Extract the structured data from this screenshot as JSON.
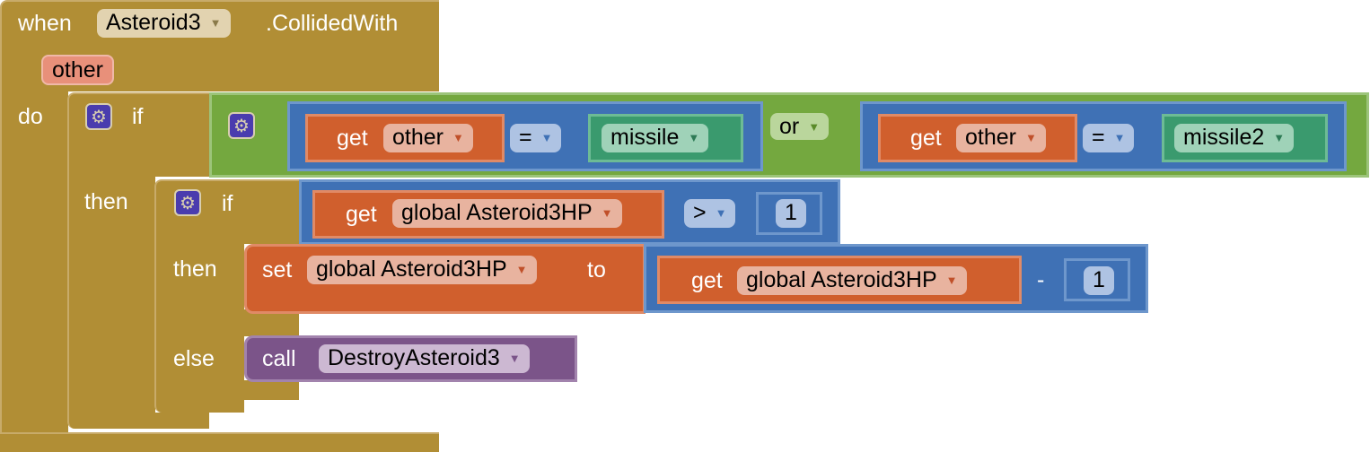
{
  "event": {
    "when": "when",
    "component": "Asteroid3",
    "event": ".CollidedWith",
    "param": "other",
    "do": "do"
  },
  "if1": {
    "if": "if",
    "then": "then"
  },
  "or_block": {
    "op": "or",
    "left": {
      "get": "get",
      "var": "other",
      "op": "=",
      "value": "missile"
    },
    "right": {
      "get": "get",
      "var": "other",
      "op": "=",
      "value": "missile2"
    }
  },
  "if2": {
    "if": "if",
    "then": "then",
    "else": "else",
    "cond": {
      "get": "get",
      "var": "global Asteroid3HP",
      "op": ">",
      "num": "1"
    }
  },
  "set": {
    "set": "set",
    "var": "global Asteroid3HP",
    "to": "to",
    "get": "get",
    "getvar": "global Asteroid3HP",
    "op": "-",
    "num": "1"
  },
  "call": {
    "call": "call",
    "proc": "DestroyAsteroid3"
  },
  "colors": {
    "control": "#b18e35",
    "logic": "#74a83f",
    "math": "#3f71b5",
    "variable": "#d05f2d",
    "text": "#3a9a6e",
    "procedure": "#7b5489"
  }
}
